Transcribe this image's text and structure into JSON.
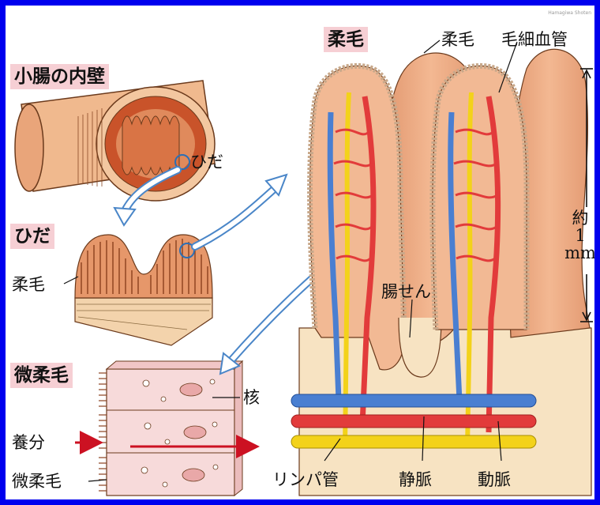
{
  "headings": {
    "small_intestine_wall": "小腸の内壁",
    "fold": "ひだ",
    "microvilli": "微柔毛",
    "villus": "柔毛"
  },
  "labels": {
    "fold": "ひだ",
    "villus_left": "柔毛",
    "nucleus": "核",
    "nutrients": "養分",
    "microvilli": "微柔毛",
    "villus_top": "柔毛",
    "capillary": "毛細血管",
    "crypt": "腸せん",
    "lymph_vessel": "リンパ管",
    "vein": "静脈",
    "artery": "動脈"
  },
  "scale": {
    "prefix": "約",
    "value": "1",
    "unit": "mm"
  },
  "credit": "Hamagiwa Shoten",
  "colors": {
    "frame": "#0000ee",
    "heading_bg": "#f6cfd4",
    "tissue": "#e8a77d",
    "vein": "#4a7fd1",
    "artery": "#e23b3b",
    "lymph": "#f3d21a",
    "arrow_blue": "#4a86c8",
    "arrow_red": "#cc1122"
  }
}
